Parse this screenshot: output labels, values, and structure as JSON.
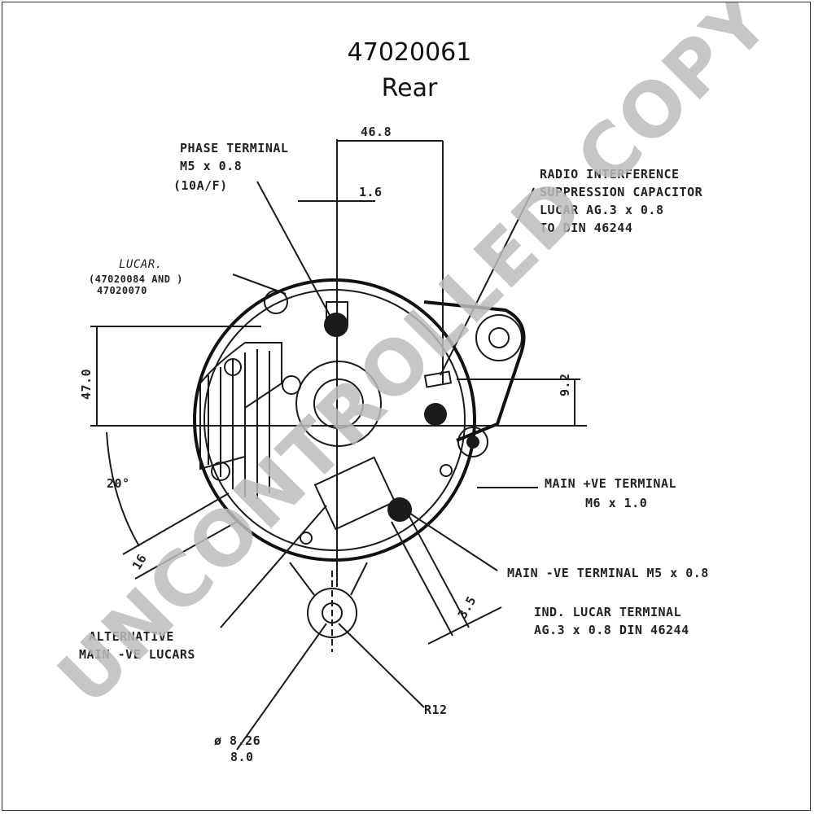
{
  "title": {
    "part_number": "47020061",
    "view": "Rear"
  },
  "watermark": "UNCONTROLLED COPY",
  "labels": {
    "phase_terminal": [
      "PHASE TERMINAL",
      "M5 x 0.8",
      "(10A/F)"
    ],
    "lucar": [
      "LUCAR.",
      "(47020084 AND )",
      "47020070"
    ],
    "radio_capacitor": [
      "RADIO INTERFERENCE",
      "SUPPRESSION CAPACITOR",
      "LUCAR AG.3 x 0.8",
      "TO DIN 46244"
    ],
    "main_pos_terminal": [
      "MAIN +VE TERMINAL",
      "M6 x 1.0"
    ],
    "main_neg_terminal": "MAIN -VE TERMINAL M5 x 0.8",
    "ind_lucar_terminal": [
      "IND. LUCAR TERMINAL",
      "AG.3 x 0.8 DIN 46244"
    ],
    "alternative": [
      "ALTERNATIVE",
      "MAIN -VE LUCARS"
    ],
    "radius": "R12",
    "diameter": [
      "ø 8.26",
      "8.0"
    ]
  },
  "dimensions": {
    "top_width": "46.8",
    "offset_small": "1.6",
    "height_left": "47.0",
    "offset_right": "9.2",
    "angle": "20°",
    "angle_dim": "16",
    "bottom_dim": "3.5"
  }
}
